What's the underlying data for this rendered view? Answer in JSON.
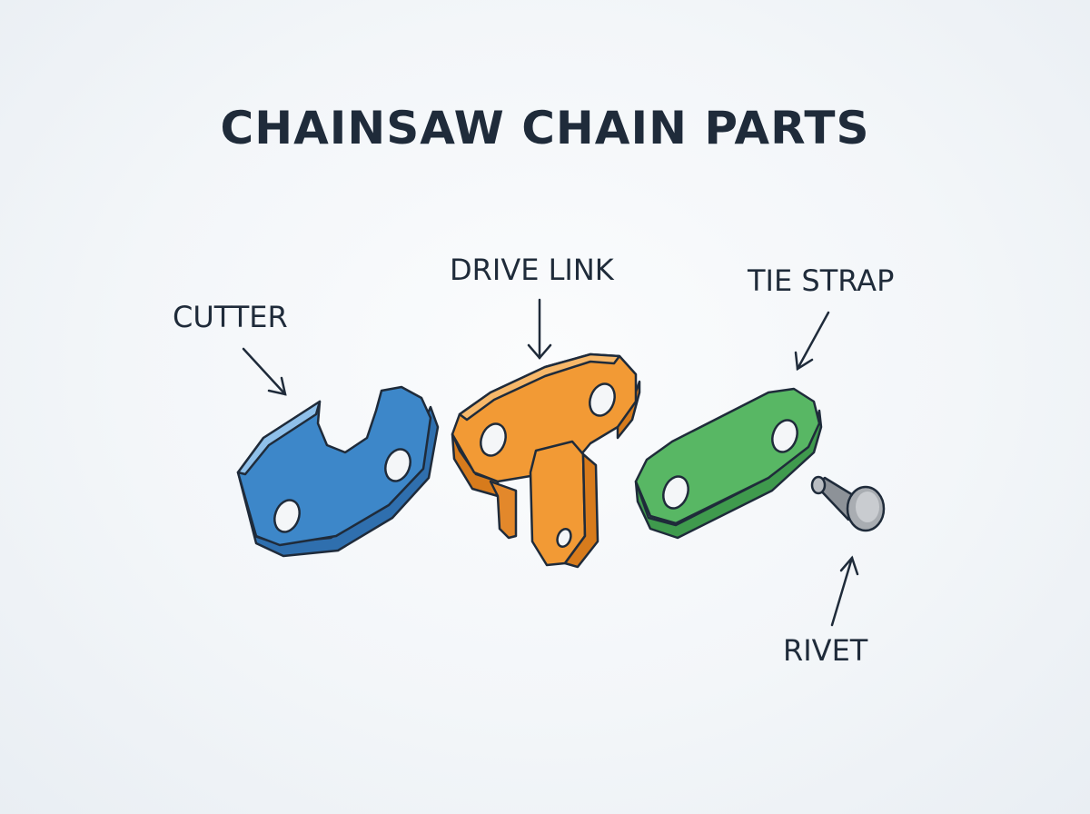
{
  "title": "CHAINSAW CHAIN PARTS",
  "labels": {
    "cutter": "CUTTER",
    "drive_link": "DRIVE LINK",
    "tie_strap": "TIE STRAP",
    "rivet": "RIVET"
  },
  "colors": {
    "cutter": "#3d87c9",
    "drive_link": "#f29a35",
    "tie_strap": "#58b764",
    "rivet": "#a9adb2",
    "outline": "#1f2b3a"
  }
}
